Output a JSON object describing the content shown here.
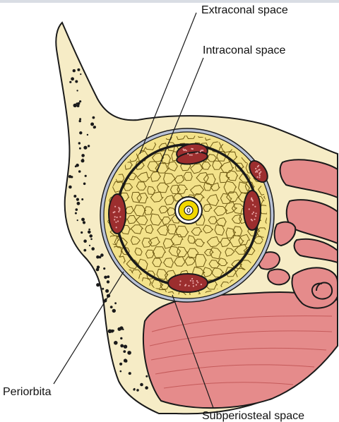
{
  "diagram": {
    "labels": {
      "extraconal": "Extraconal space",
      "intraconal": "Intraconal space",
      "periorbita": "Periorbita",
      "subperiosteal": "Subperiosteal space"
    },
    "colors": {
      "background": "#ffffff",
      "bone": "#f6ecc6",
      "fat": "#f3e28a",
      "muscle": "#9c2e2e",
      "sinus_mucosa": "#e58b8b",
      "periorbita": "#b9c2d6",
      "optic_nerve": "#f2d800",
      "outline": "#1a1a1a"
    }
  }
}
